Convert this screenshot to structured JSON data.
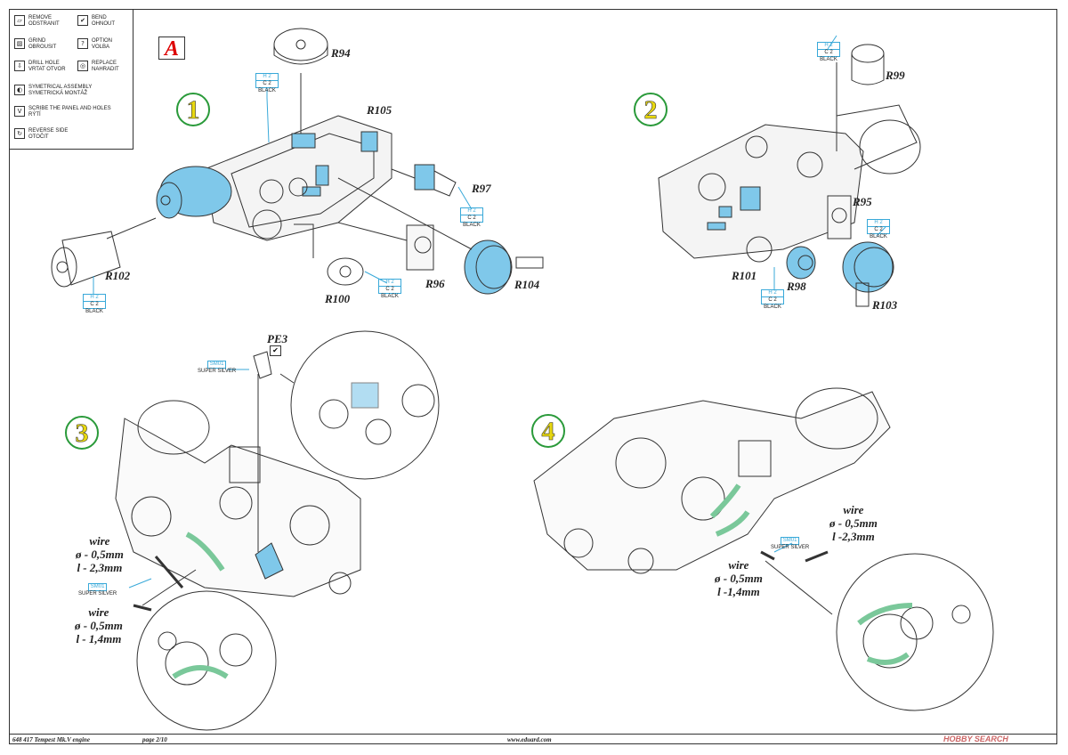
{
  "legend": {
    "items": [
      {
        "icon": "remove-icon",
        "glyph": "▱",
        "text": "REMOVE\nODSTRANIT"
      },
      {
        "icon": "bend-icon",
        "glyph": "✔",
        "text": "BEND\nOHNOUT"
      },
      {
        "icon": "grind-icon",
        "glyph": "▨",
        "text": "GRIND\nOBROUSIT"
      },
      {
        "icon": "option-icon",
        "glyph": "?",
        "text": "OPTION\nVOLBA"
      },
      {
        "icon": "drill-icon",
        "glyph": "⇩",
        "text": "DRILL HOLE\nVRTAT OTVOR"
      },
      {
        "icon": "replace-icon",
        "glyph": "◎",
        "text": "REPLACE\nNAHRADIT"
      },
      {
        "icon": "symmetrical-icon",
        "glyph": "◐",
        "text": "SYMETRICAL ASSEMBLY\nSYMETRICKÁ MONTÁŽ"
      },
      {
        "icon": "scribe-icon",
        "glyph": "V",
        "text": "SCRIBE THE PANEL AND HOLES\nRÝTÍ"
      },
      {
        "icon": "reverse-side-icon",
        "glyph": "↻",
        "text": "REVERSE SIDE\nOTOČIT"
      }
    ]
  },
  "section_letter": "A",
  "steps": [
    "1",
    "2",
    "3",
    "4"
  ],
  "parts": [
    "R94",
    "R105",
    "R97",
    "R102",
    "R100",
    "R96",
    "R104",
    "R99",
    "R95",
    "R101",
    "R98",
    "R103"
  ],
  "paint": {
    "primary": "H 2",
    "secondary": "C 2",
    "name": "BLACK"
  },
  "pe_part": "PE3",
  "sm_paint": {
    "code": "SM01",
    "name": "SUPER SILVER"
  },
  "wires": {
    "w1": {
      "title": "wire",
      "dia": "ø - 0,5mm",
      "len": "l - 2,3mm"
    },
    "w2": {
      "title": "wire",
      "dia": "ø - 0,5mm",
      "len": "l - 1,4mm"
    },
    "w3": {
      "title": "wire",
      "dia": "ø - 0,5mm",
      "len": "l -2,3mm"
    },
    "w4": {
      "title": "wire",
      "dia": "ø - 0,5mm",
      "len": "l -1,4mm"
    }
  },
  "footer": {
    "product": "648 417  Tempest Mk.V engine",
    "page": "page 2/10",
    "url": "www.eduard.com",
    "watermark": "HOBBY SEARCH"
  },
  "colors": {
    "paint_blue": "#7fc8ea",
    "wire_green": "#b9e0c8",
    "step_ring": "#2a9a3a",
    "step_digit": "#e8d810",
    "letter_red": "#d00000"
  }
}
